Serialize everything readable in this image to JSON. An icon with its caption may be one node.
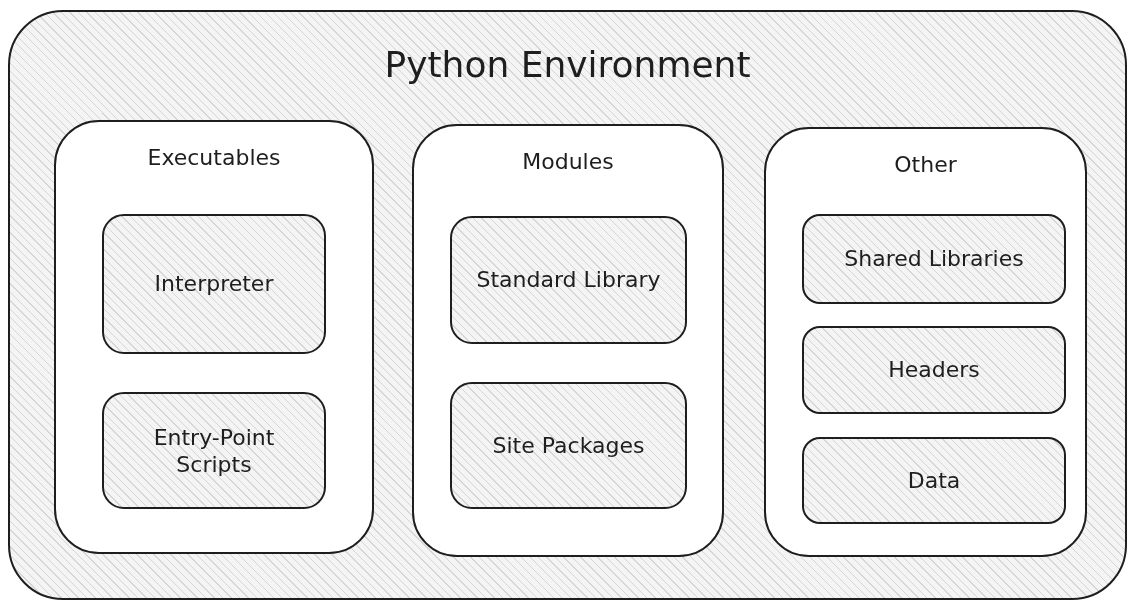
{
  "diagram": {
    "nodes": [
      {
        "text": [
          "Python Environment"
        ]
      },
      {
        "text": [
          "Executables"
        ],
        "in": 0
      },
      {
        "text": [
          "Interpreter"
        ],
        "in": 1
      },
      {
        "text": [
          "Entry-Point Scripts"
        ],
        "in": 1
      },
      {
        "text": [
          "Modules"
        ],
        "in": 0
      },
      {
        "text": [
          "Standard Library"
        ],
        "in": 4
      },
      {
        "text": [
          "Site Packages"
        ],
        "in": 4
      },
      {
        "text": [
          "Other"
        ],
        "in": 0
      },
      {
        "text": [
          "Shared Libraries"
        ],
        "in": 7
      },
      {
        "text": [
          "Headers"
        ],
        "in": 7
      },
      {
        "text": [
          "Data"
        ],
        "in": 7
      }
    ]
  }
}
